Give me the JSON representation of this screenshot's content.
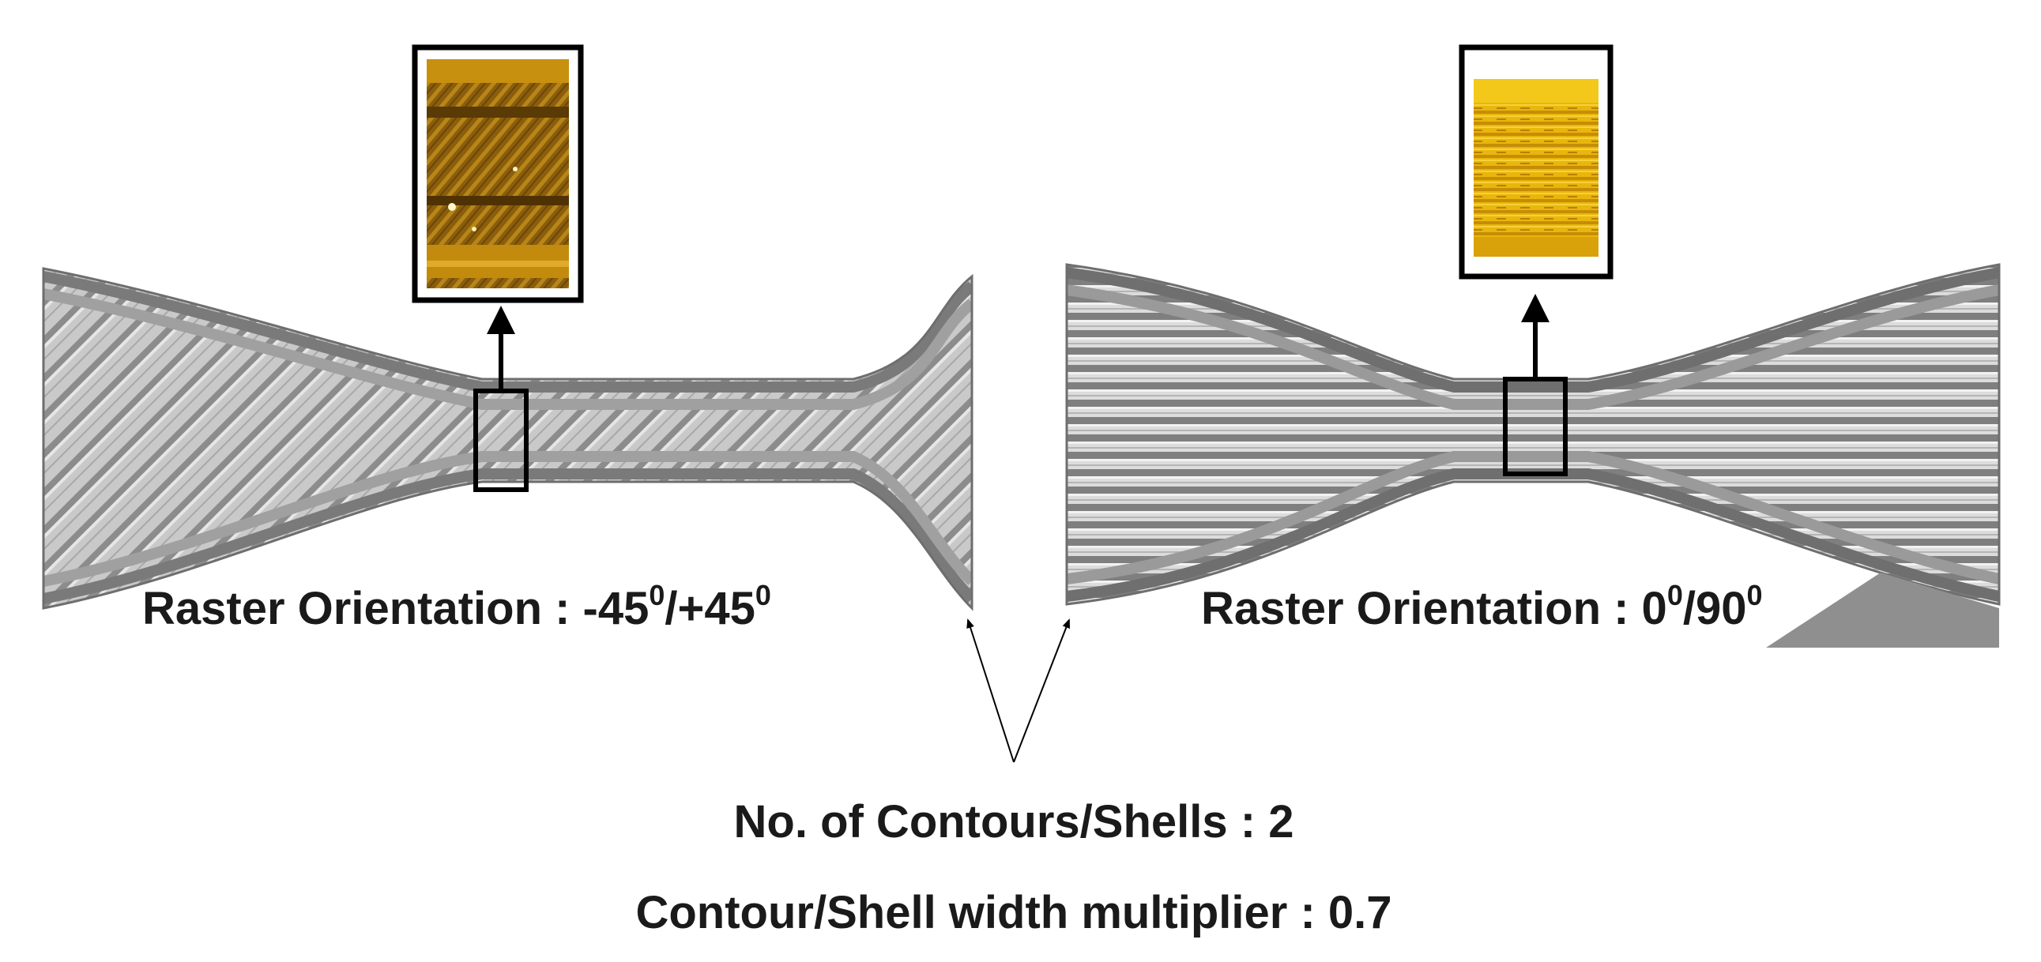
{
  "left_specimen": {
    "label_prefix": "Raster Orientation : -45",
    "label_sup1": "0",
    "label_middle": "/+45",
    "label_sup2": "0"
  },
  "right_specimen": {
    "label_prefix": "Raster Orientation : 0",
    "label_sup1": "0",
    "label_middle": "/90",
    "label_sup2": "0"
  },
  "annotations": {
    "contours_line": "No. of Contours/Shells : 2",
    "width_multiplier_line": "Contour/Shell width multiplier : 0.7"
  }
}
